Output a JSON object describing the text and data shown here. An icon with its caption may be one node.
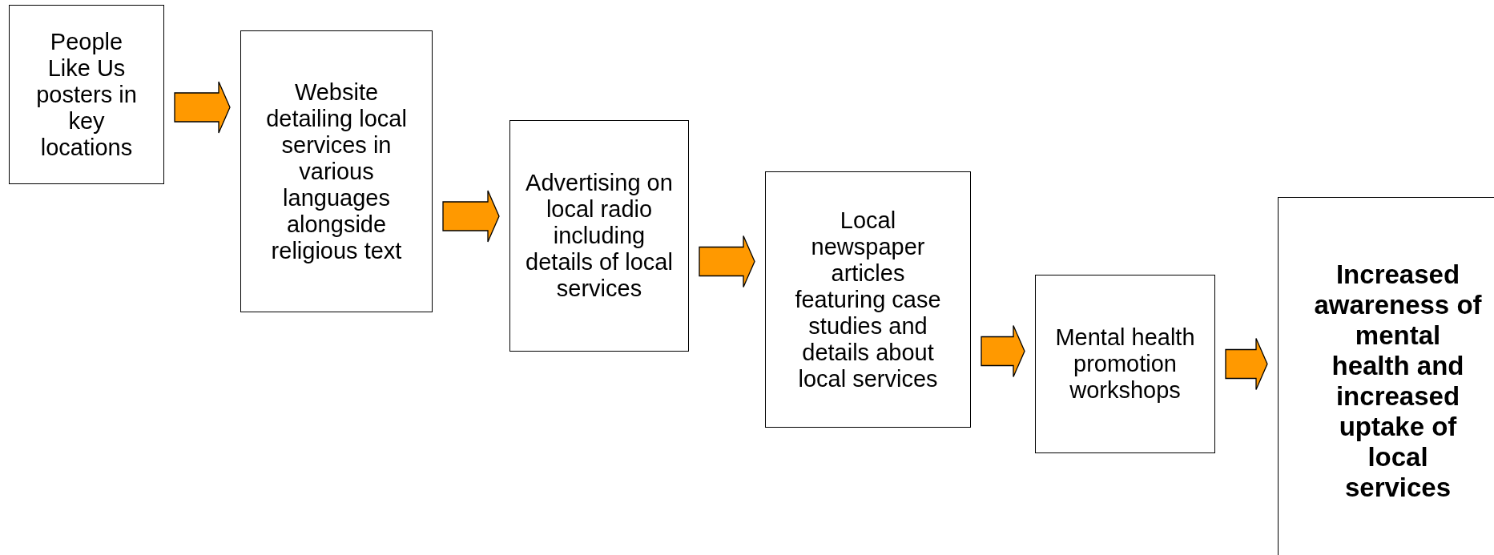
{
  "diagram": {
    "nodes": [
      {
        "text": [
          "People Like Us posters in key locations"
        ]
      },
      {
        "text": [
          "Website detailing local services in various languages alongside religious text"
        ]
      },
      {
        "text": [
          "Advertising on local radio including details of local services"
        ]
      },
      {
        "text": [
          "Local newspaper articles featuring case studies and details about local services"
        ]
      },
      {
        "text": [
          "Mental health promotion workshops"
        ]
      },
      {
        "text": [
          "Increased awareness of mental health and increased uptake of local services"
        ]
      }
    ],
    "edges": [
      {
        "from": 0,
        "to": 1,
        "arrow": "to"
      },
      {
        "from": 1,
        "to": 2,
        "arrow": "to"
      },
      {
        "from": 2,
        "to": 3,
        "arrow": "to"
      },
      {
        "from": 3,
        "to": 4,
        "arrow": "to"
      },
      {
        "from": 4,
        "to": 5,
        "arrow": "to"
      }
    ]
  }
}
